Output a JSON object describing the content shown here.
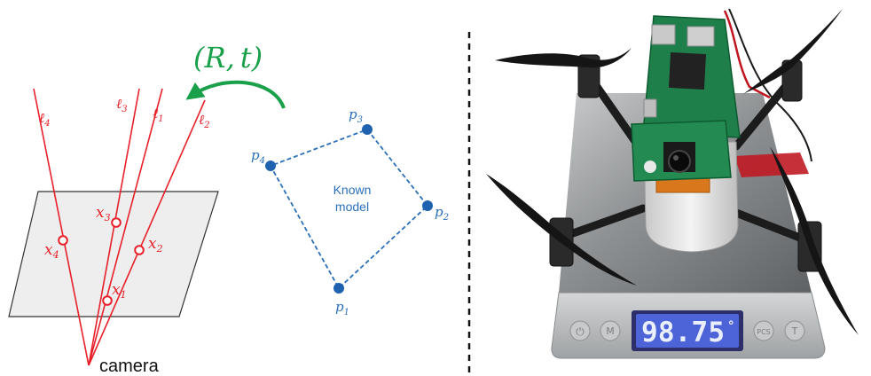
{
  "diagram": {
    "pose_label_open": "(",
    "pose_label_R": "R",
    "pose_label_sep": ",",
    "pose_label_t": "t",
    "pose_label_close": ")",
    "camera_label": "camera",
    "model_label_line1": "Known",
    "model_label_line2": "model",
    "lines": [
      {
        "base": "ℓ",
        "sub": "4"
      },
      {
        "base": "ℓ",
        "sub": "3"
      },
      {
        "base": "ℓ",
        "sub": "1"
      },
      {
        "base": "ℓ",
        "sub": "2"
      }
    ],
    "image_points": [
      {
        "base": "x",
        "sub": "1"
      },
      {
        "base": "x",
        "sub": "2"
      },
      {
        "base": "x",
        "sub": "3"
      },
      {
        "base": "x",
        "sub": "4"
      }
    ],
    "model_points": [
      {
        "base": "p",
        "sub": "1"
      },
      {
        "base": "p",
        "sub": "2"
      },
      {
        "base": "p",
        "sub": "3"
      },
      {
        "base": "p",
        "sub": "4"
      }
    ]
  },
  "photo": {
    "scale_reading": "98.75",
    "scale_unit_mark": "°",
    "scale_buttons": [
      "⏻",
      "M",
      "PCS",
      "T"
    ]
  },
  "colors": {
    "red": "#e8202a",
    "blue": "#2a6fb8",
    "green": "#1aa04a",
    "plane": "#eeeeee"
  }
}
